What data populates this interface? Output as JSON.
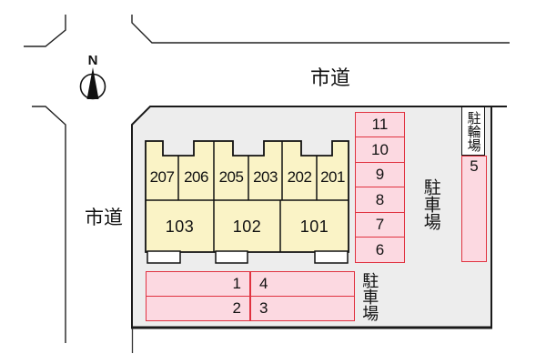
{
  "labels": {
    "road_top": "市道",
    "road_left": "市道",
    "parking_right": "駐車場",
    "parking_bottom": "駐車場",
    "bicycle_parking": "駐輪場",
    "compass_north": "N"
  },
  "colors": {
    "site_fill": "#ededed",
    "building_fill": "#faf3c6",
    "parking_fill": "#fcd9e1",
    "parking_border": "#e03240",
    "line": "#1a1a1a"
  },
  "building": {
    "upper_rooms": [
      "207",
      "206",
      "205",
      "203",
      "202",
      "201"
    ],
    "lower_rooms": [
      "103",
      "102",
      "101"
    ]
  },
  "parking": {
    "right_column": [
      "11",
      "10",
      "9",
      "8",
      "7",
      "6"
    ],
    "bottom_rows": [
      {
        "left": "1",
        "right": "4"
      },
      {
        "left": "2",
        "right": "3"
      }
    ],
    "bicycle_space": "5"
  }
}
